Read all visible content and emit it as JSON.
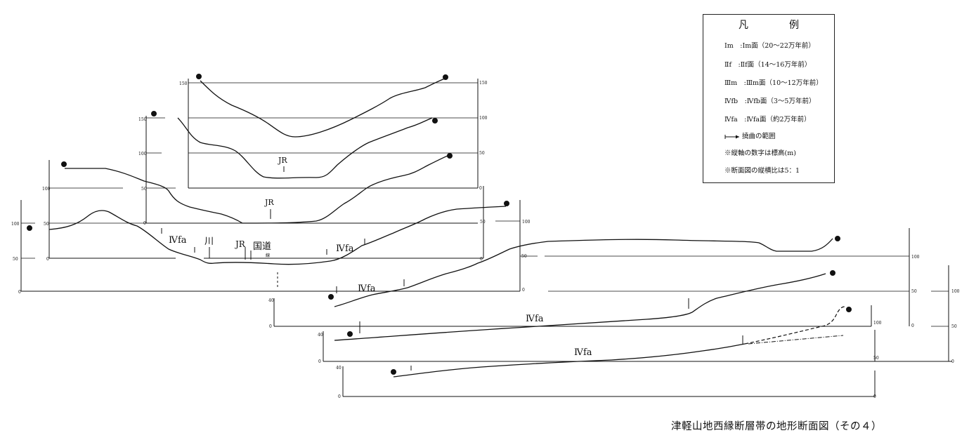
{
  "legend": {
    "title": "凡　例",
    "items": [
      "Ⅰm　:Ⅰm面（20～22万年前）",
      "Ⅱf　:Ⅱf面（14～16万年前）",
      "Ⅲm　:Ⅲm面（10～12万年前）",
      "Ⅳfb　:Ⅳfb面（3～5万年前）",
      "Ⅳfa　:Ⅳfa面（約2万年前）",
      "撓曲の範囲",
      "※縦軸の数字は標高(m)",
      "※断面図の縦横比は5：1"
    ]
  },
  "caption": "津軽山地西縁断層帯の地形断面図（その４）",
  "profile_labels": {
    "ivfa": "Ⅳfa",
    "jr": "JR",
    "river": "川",
    "national_road": "国道",
    "route_small": "線"
  },
  "axis_ticks": [
    "0",
    "50",
    "100",
    "150",
    "40"
  ],
  "colors": {
    "ink": "#111111",
    "background": "#ffffff"
  }
}
